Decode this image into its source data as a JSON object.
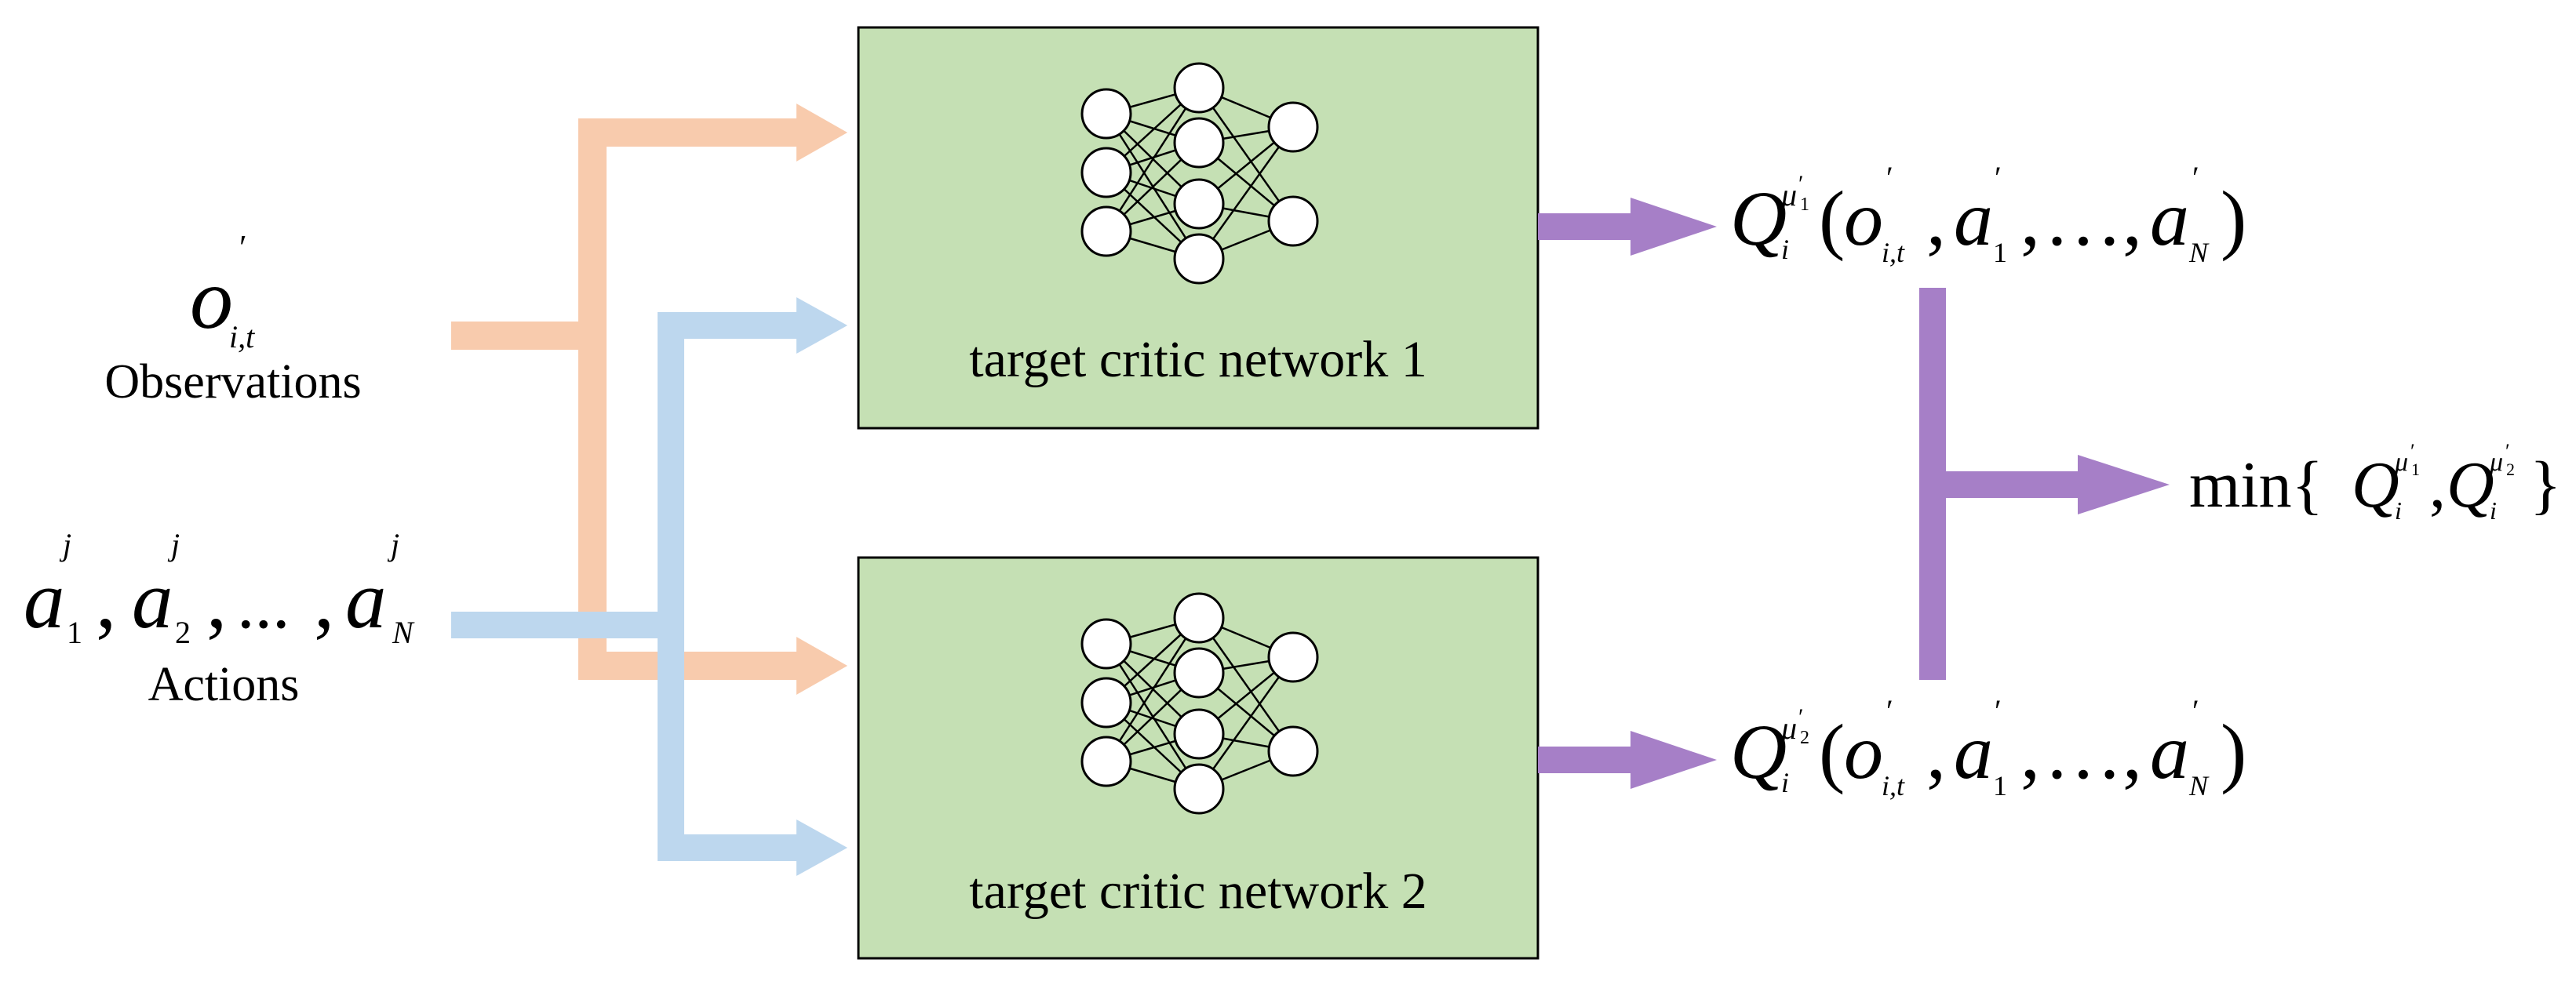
{
  "inputs": {
    "observations": {
      "symbol": "o",
      "prime": "′",
      "subscript": "i,t",
      "caption": "Observations"
    },
    "actions": {
      "symbol": "a",
      "superscript": "j",
      "sub_1": "1",
      "sub_2": "2",
      "sub_n": "N",
      "separator": ",",
      "ellipsis": "...",
      "caption": "Actions"
    }
  },
  "networks": [
    {
      "label": "target critic network 1"
    },
    {
      "label": "target critic network 2"
    }
  ],
  "outputs": {
    "q1": {
      "Q": "Q",
      "sub_i": "i",
      "mu": "μ",
      "mu_sub": "1",
      "prime": "′",
      "open": "(",
      "o": "o",
      "o_sub": "i,t",
      "a": "a",
      "a1_sub": "1",
      "dots": "…",
      "aN_sub": "N",
      "close": ")"
    },
    "q2": {
      "Q": "Q",
      "sub_i": "i",
      "mu": "μ",
      "mu_sub": "2",
      "prime": "′",
      "open": "(",
      "o": "o",
      "o_sub": "i,t",
      "a": "a",
      "a1_sub": "1",
      "dots": "…",
      "aN_sub": "N",
      "close": ")"
    },
    "min": {
      "prefix": "min{",
      "Q": "Q",
      "sub_i": "i",
      "mu": "μ",
      "mu_sub_1": "1",
      "mu_sub_2": "2",
      "prime": "′",
      "comma": ",",
      "suffix": "}"
    }
  },
  "colors": {
    "observation_arrow": "#F8CBAD",
    "action_arrow": "#BDD7EE",
    "output_arrow": "#A67FC7",
    "network_fill": "#C5E0B4",
    "network_border": "#000000"
  }
}
